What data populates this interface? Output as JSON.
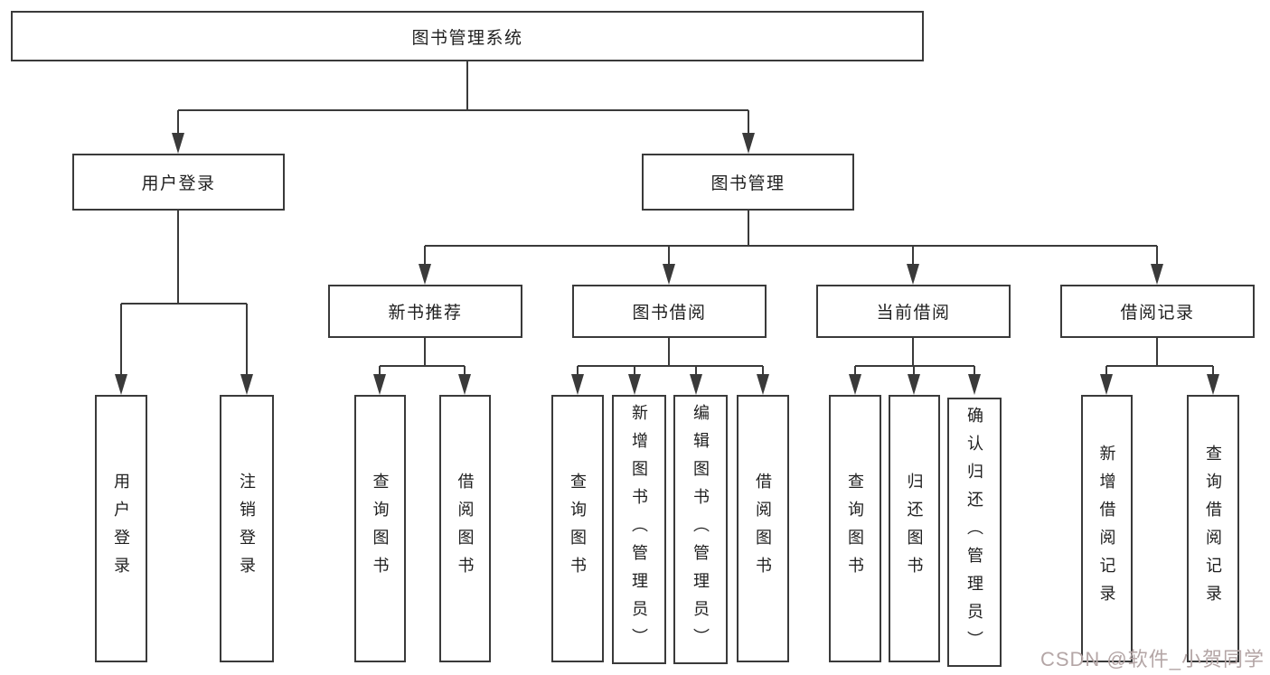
{
  "colors": {
    "background": "#ffffff",
    "line": "#3a3a3a",
    "box_border": "#3a3a3a",
    "box_fill": "#ffffff",
    "text": "#1f1f1f",
    "watermark": "#b4a6a6"
  },
  "tree": {
    "root": "图书管理系统",
    "branches": [
      {
        "label": "用户登录",
        "children": [
          "用户登录",
          "注销登录"
        ]
      },
      {
        "label": "图书管理",
        "children": [
          {
            "label": "新书推荐",
            "children": [
              "查询图书",
              "借阅图书"
            ]
          },
          {
            "label": "图书借阅",
            "children": [
              "查询图书",
              "新增图书（管理员）",
              "编辑图书（管理员）",
              "借阅图书"
            ]
          },
          {
            "label": "当前借阅",
            "children": [
              "查询图书",
              "归还图书",
              "确认归还（管理员）"
            ]
          },
          {
            "label": "借阅记录",
            "children": [
              "新增借阅记录",
              "查询借阅记录"
            ]
          }
        ]
      }
    ]
  },
  "watermark": {
    "text": "CSDN @软件_小贺同学"
  }
}
